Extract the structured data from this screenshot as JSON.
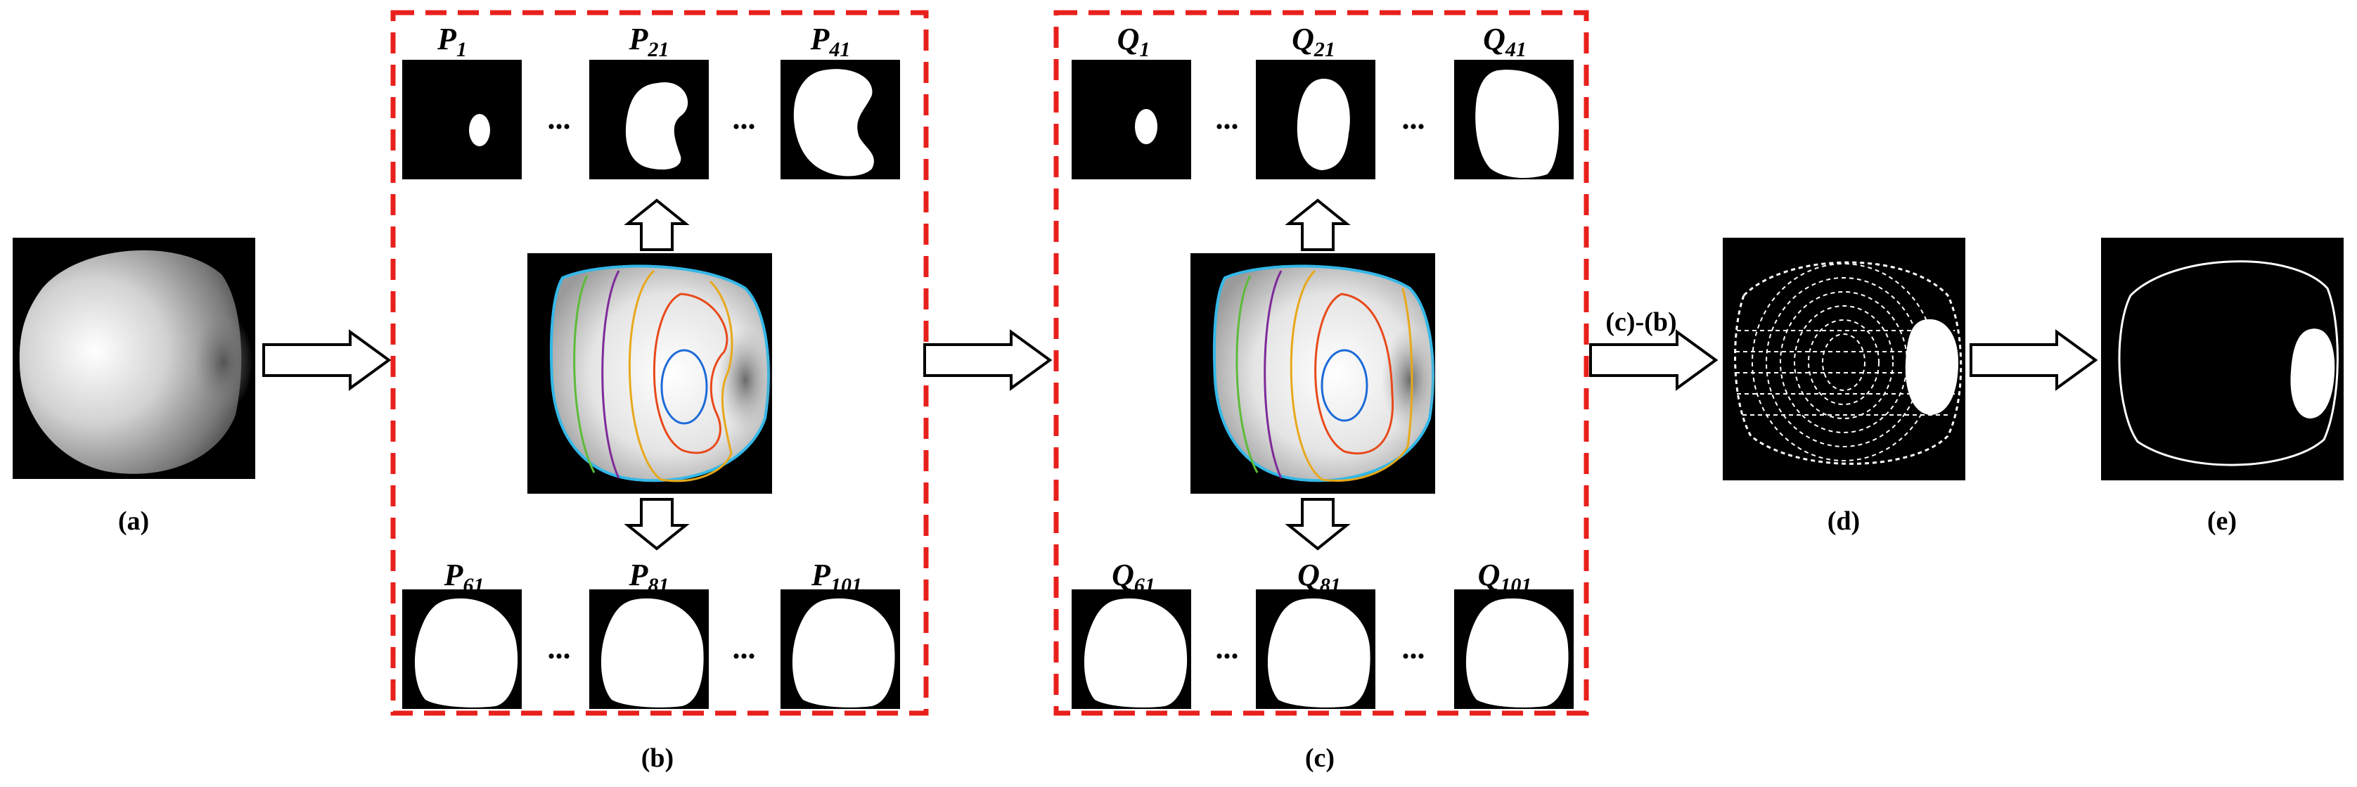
{
  "colors": {
    "accent_dash": "#e8201c",
    "background": "#ffffff",
    "tile": "#000000",
    "shape": "#ffffff"
  },
  "panel_a": {
    "caption": "(a)"
  },
  "panel_b": {
    "caption": "(b)",
    "tiles": [
      {
        "sym": "P",
        "sub": "1"
      },
      {
        "sym": "P",
        "sub": "21"
      },
      {
        "sym": "P",
        "sub": "41"
      },
      {
        "sym": "P",
        "sub": "61"
      },
      {
        "sym": "P",
        "sub": "81"
      },
      {
        "sym": "P",
        "sub": "101"
      }
    ]
  },
  "panel_c": {
    "caption": "(c)",
    "tiles": [
      {
        "sym": "Q",
        "sub": "1"
      },
      {
        "sym": "Q",
        "sub": "21"
      },
      {
        "sym": "Q",
        "sub": "41"
      },
      {
        "sym": "Q",
        "sub": "61"
      },
      {
        "sym": "Q",
        "sub": "81"
      },
      {
        "sym": "Q",
        "sub": "101"
      }
    ]
  },
  "panel_d": {
    "caption": "(d)",
    "arrow_label": "(c)-(b)"
  },
  "panel_e": {
    "caption": "(e)"
  },
  "ellipsis": "..."
}
